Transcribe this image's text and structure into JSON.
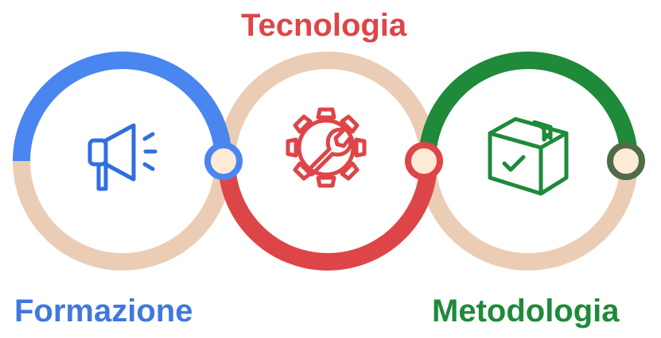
{
  "labels": {
    "left": "Formazione",
    "middle": "Tecnologia",
    "right": "Metodologia"
  },
  "colors": {
    "left": "#4a86f0",
    "middle": "#de4548",
    "right": "#1e8a3a",
    "ring_base": "#ebcdb5",
    "dot_fill": "#fdebd5",
    "right_dot_border": "#4f6b48"
  },
  "icons": {
    "left": "megaphone-icon",
    "middle": "gear-wrench-icon",
    "right": "package-check-icon"
  }
}
